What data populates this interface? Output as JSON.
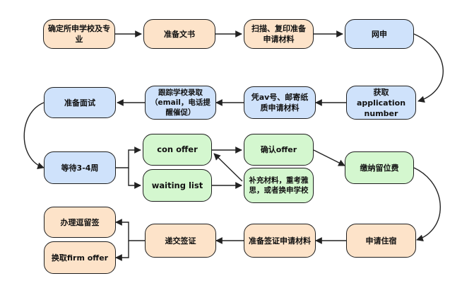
{
  "flowchart": {
    "nodes": {
      "confirm_school": "确定所申学校及专业",
      "prepare_docs": "准备文书",
      "scan_copy": "扫描、复印准备申请材料",
      "online_apply": "网申",
      "get_app_number": "获取application number",
      "mail_docs": "凭av号、邮寄纸质申请材料",
      "track_admission": "跟踪学校录取（email，电话提醒催促）",
      "prepare_interview": "准备面试",
      "wait_weeks": "等待3-4周",
      "con_offer": "con offer",
      "waiting_list": "waiting list",
      "confirm_offer": "确认offer",
      "supplement": "补充材料，重考雅思，或者换申学校",
      "pay_deposit": "缴纳留位费",
      "apply_housing": "申请住宿",
      "prepare_visa_docs": "准备签证申请材料",
      "submit_visa": "递交签证",
      "stay_visa": "办理逗留签",
      "get_firm_offer": "换取firm offer"
    },
    "colors": {
      "orange": "#fde3c9",
      "blue": "#cfe2fb",
      "green": "#d4f7cf",
      "stroke": "#1f1f1f"
    }
  }
}
